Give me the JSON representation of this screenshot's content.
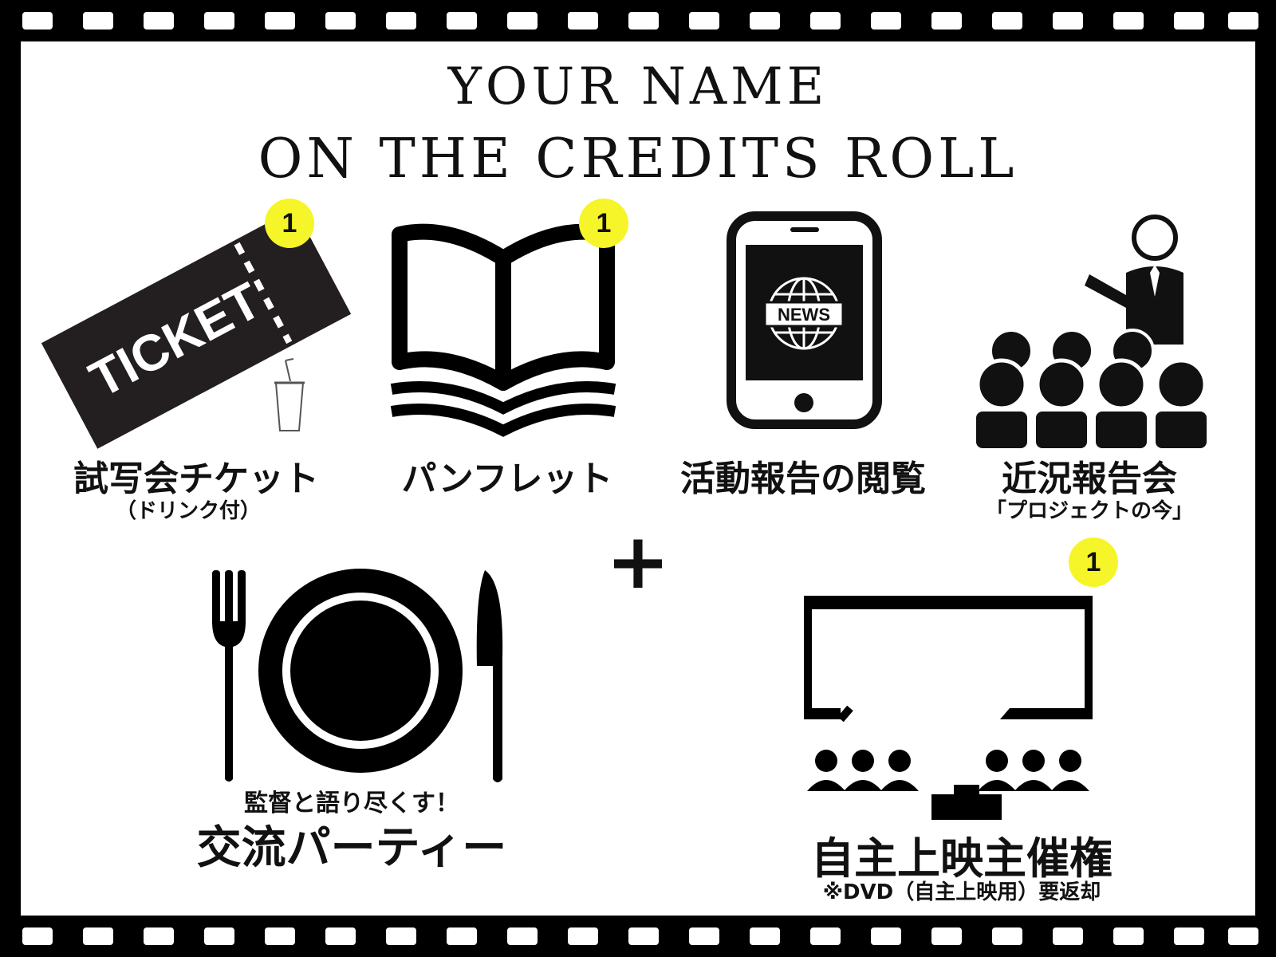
{
  "title": {
    "line1": "YOUR NAME",
    "line2": "ON THE CREDITS ROLL"
  },
  "ticket": {
    "icon_text": "TICKET",
    "label": "試写会チケット",
    "sublabel": "（ドリンク付）",
    "badge": "1"
  },
  "pamphlet": {
    "label": "パンフレット",
    "badge": "1"
  },
  "news": {
    "icon_text": "NEWS",
    "label": "活動報告の閲覧"
  },
  "report": {
    "label": "近況報告会",
    "sublabel": "「プロジェクトの今」"
  },
  "plus_sign": "+",
  "party": {
    "caption": "監督と語り尽くす！",
    "label": "交流パーティー"
  },
  "screening": {
    "label": "自主上映主催権",
    "note": "※DVD（自主上映用）要返却",
    "badge": "1"
  },
  "colors": {
    "badge": "#f5f52a",
    "ink": "#111111",
    "film": "#000000"
  }
}
